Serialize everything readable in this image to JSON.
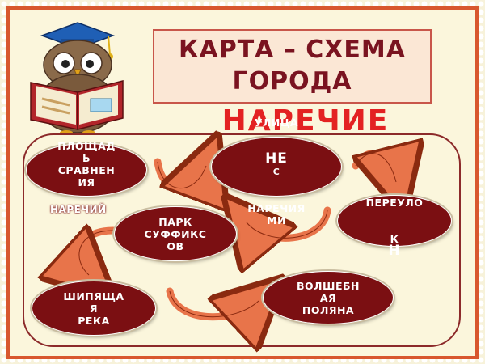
{
  "title": {
    "line1": "КАРТА – СХЕМА",
    "line2": "ГОРОДА",
    "subtitle": "НАРЕЧИЕ"
  },
  "nodes": {
    "ploshchad": {
      "label": "ПЛОЩАД\nЬ\nСРАВНЕН\nИЯ",
      "extra": "НАРЕЧИЙ"
    },
    "ulitsa": {
      "top": "УЛИЦА",
      "big": "НЕ",
      "small": "С",
      "rest": "НАРЕЧИЯ\nМИ"
    },
    "pereulok": {
      "top": "ПЕРЕУЛО",
      "small": "К",
      "big": "Н"
    },
    "park": {
      "label": "ПАРК\nСУФФИКС\nОВ"
    },
    "reka": {
      "label": "ШИПЯЩА\nЯ\nРЕКА"
    },
    "polyana": {
      "label": "ВОЛШЕБН\nАЯ\nПОЛЯНА"
    }
  },
  "colors": {
    "node_fill": "#7b0f12",
    "title_text": "#7a1320",
    "subtitle_text": "#e32222",
    "arrow_fill": "#e8744a",
    "frame": "#d8572e"
  },
  "icons": [
    "owl-with-book-icon"
  ]
}
